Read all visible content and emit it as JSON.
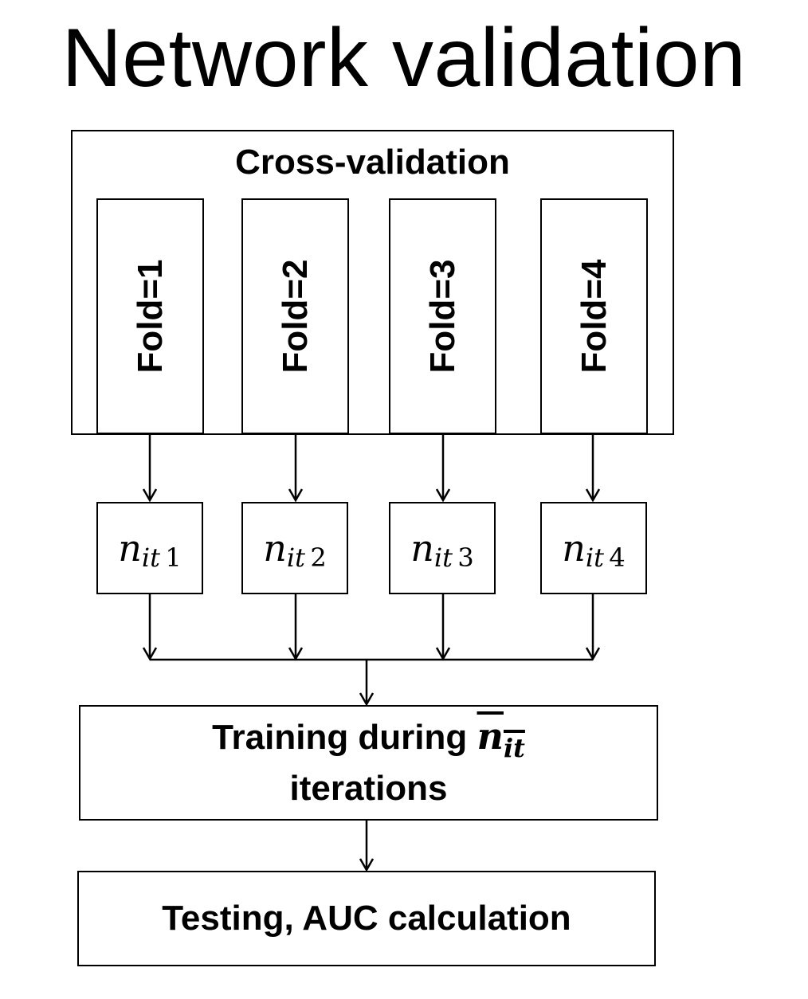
{
  "title": "Network validation",
  "cross_validation": {
    "label": "Cross-validation",
    "folds": [
      {
        "label": "Fold=1"
      },
      {
        "label": "Fold=2"
      },
      {
        "label": "Fold=3"
      },
      {
        "label": "Fold=4"
      }
    ]
  },
  "iterations": [
    {
      "symbol": "n",
      "subscript": "it",
      "index": "1"
    },
    {
      "symbol": "n",
      "subscript": "it",
      "index": "2"
    },
    {
      "symbol": "n",
      "subscript": "it",
      "index": "3"
    },
    {
      "symbol": "n",
      "subscript": "it",
      "index": "4"
    }
  ],
  "training": {
    "text": "Training during ",
    "symbol": "n",
    "subscript": "it",
    "line2": "iterations"
  },
  "testing": {
    "label": "Testing, AUC calculation"
  }
}
